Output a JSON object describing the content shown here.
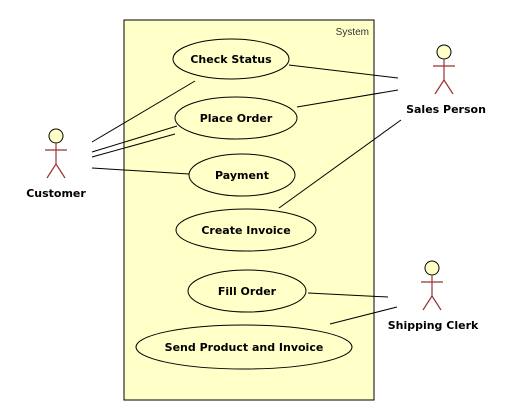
{
  "system": {
    "label": "System"
  },
  "colors": {
    "fill": "#ffffc8",
    "stroke": "#000000",
    "actor_limbs": "#993333"
  },
  "use_cases": [
    {
      "id": "check-status",
      "label": "Check Status"
    },
    {
      "id": "place-order",
      "label": "Place Order"
    },
    {
      "id": "payment",
      "label": "Payment"
    },
    {
      "id": "create-invoice",
      "label": "Create Invoice"
    },
    {
      "id": "fill-order",
      "label": "Fill Order"
    },
    {
      "id": "send-product-and-invoice",
      "label": "Send Product and Invoice"
    }
  ],
  "actors": [
    {
      "id": "customer",
      "label": "Customer"
    },
    {
      "id": "sales-person",
      "label": "Sales Person"
    },
    {
      "id": "shipping-clerk",
      "label": "Shipping Clerk"
    }
  ],
  "associations": [
    {
      "actor": "customer",
      "use_case": "check-status"
    },
    {
      "actor": "customer",
      "use_case": "place-order"
    },
    {
      "actor": "customer",
      "use_case": "payment"
    },
    {
      "actor": "sales-person",
      "use_case": "check-status"
    },
    {
      "actor": "sales-person",
      "use_case": "place-order"
    },
    {
      "actor": "sales-person",
      "use_case": "create-invoice"
    },
    {
      "actor": "shipping-clerk",
      "use_case": "fill-order"
    },
    {
      "actor": "shipping-clerk",
      "use_case": "send-product-and-invoice"
    }
  ]
}
